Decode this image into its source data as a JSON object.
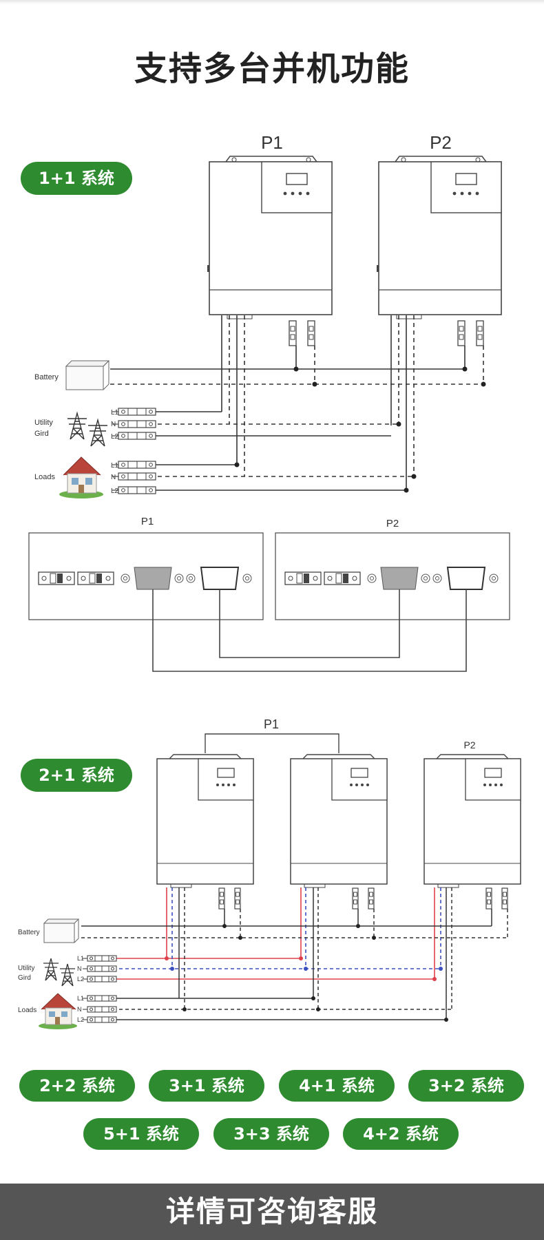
{
  "title": "支持多台并机功能",
  "section1": {
    "badge": "1+1 系统",
    "units": [
      "P1",
      "P2"
    ],
    "left_labels": {
      "battery": "Battery",
      "utility_line1": "Utility",
      "utility_line2": "Gird",
      "loads": "Loads"
    },
    "terminals": {
      "l1": "L1",
      "n": "N",
      "l2": "L2"
    },
    "panel_labels": [
      "P1",
      "P2"
    ]
  },
  "section2": {
    "badge": "2+1 系统",
    "group_labels": [
      "P1",
      "P2"
    ],
    "left_labels": {
      "battery": "Battery",
      "utility_line1": "Utility",
      "utility_line2": "Gird",
      "loads": "Loads"
    },
    "terminals": {
      "l1": "L1",
      "n": "N",
      "l2": "L2"
    }
  },
  "options": [
    "2+2 系统",
    "3+1 系统",
    "4+1 系统",
    "3+2 系统",
    "5+1 系统",
    "3+3 系统",
    "4+2 系统"
  ],
  "footer": "详情可咨询客服",
  "colors": {
    "pill_green": "#2e8b2f",
    "footer_bg": "#555555",
    "wire_red": "#e0404a",
    "wire_blue": "#3a4fc0"
  }
}
